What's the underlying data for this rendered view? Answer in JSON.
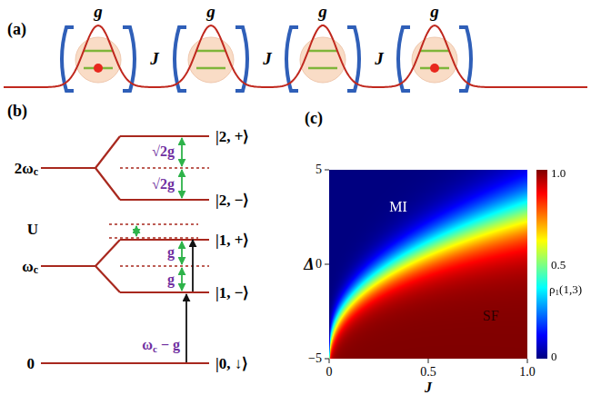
{
  "diagram": {
    "labels": [
      "(a)",
      "g",
      "g",
      "g",
      "g",
      "J",
      "J",
      "J",
      "(b)",
      "2ωc",
      "U",
      "ωc",
      "0",
      "|2, +⟩",
      "|2, −⟩",
      "|1, +⟩",
      "|1, −⟩",
      "|0, ↓⟩",
      "√2g",
      "√2g",
      "g",
      "g",
      "ωc − g",
      "(c)",
      "Δ",
      "5",
      "0",
      "−5",
      "0",
      "0.5",
      "1.0",
      "J",
      "MI",
      "SF",
      "1.0",
      "0.5",
      "0",
      "ρ1(1,3)"
    ]
  }
}
